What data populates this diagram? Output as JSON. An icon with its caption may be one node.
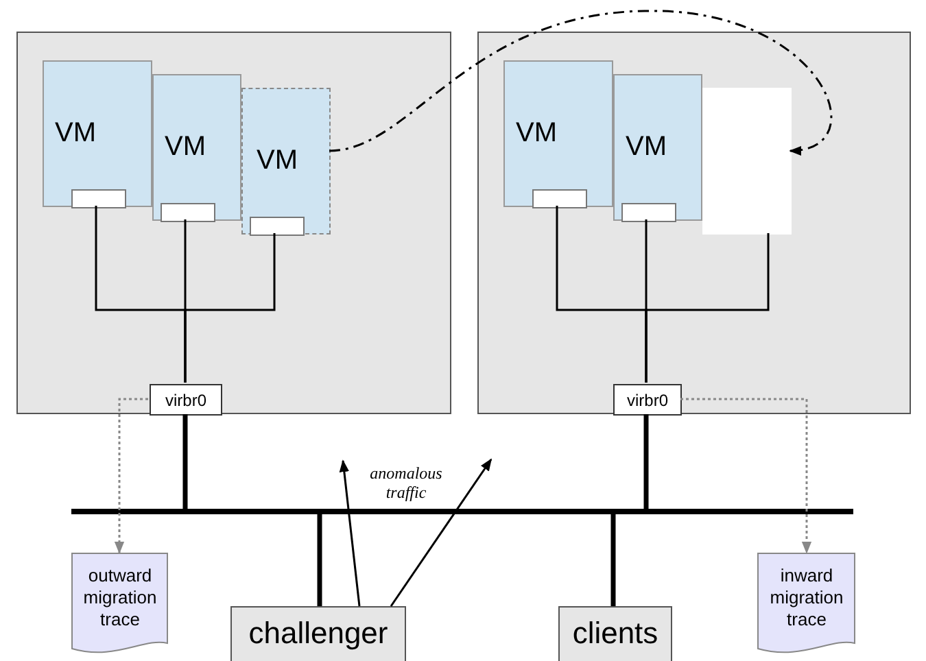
{
  "diagram": {
    "nodes": [
      {
        "text": [],
        "shape": "box"
      },
      {
        "text": [
          "VM"
        ],
        "in": 0
      },
      {
        "text": [],
        "shape": "box",
        "in": 1
      },
      {
        "text": [
          "VM"
        ],
        "in": 0
      },
      {
        "text": [],
        "shape": "box",
        "in": 3
      },
      {
        "text": [
          "VM"
        ],
        "in": 0
      },
      {
        "text": [],
        "shape": "box",
        "in": 5
      },
      {
        "text": [
          "virbr0"
        ],
        "in": 0
      },
      {
        "text": [],
        "shape": "box"
      },
      {
        "text": [
          "VM"
        ],
        "in": 8
      },
      {
        "text": [],
        "shape": "box",
        "in": 9
      },
      {
        "text": [
          "VM"
        ],
        "in": 8
      },
      {
        "text": [],
        "shape": "box",
        "in": 11
      },
      {
        "text": [],
        "shape": "box",
        "in": 8
      },
      {
        "text": [
          "virbr0"
        ],
        "in": 8
      },
      {
        "text": [],
        "shape": "bar"
      },
      {
        "text": [
          "outward migration trace"
        ]
      },
      {
        "text": [
          "inward migration trace"
        ]
      },
      {
        "text": [
          "challenger"
        ]
      },
      {
        "text": [
          "clients"
        ]
      }
    ],
    "edges": [
      {
        "from": 2,
        "to": 7,
        "arrow": "none"
      },
      {
        "from": 4,
        "to": 7,
        "arrow": "none"
      },
      {
        "from": 6,
        "to": 7,
        "arrow": "none"
      },
      {
        "from": 10,
        "to": 14,
        "arrow": "none"
      },
      {
        "from": 12,
        "to": 14,
        "arrow": "none"
      },
      {
        "from": 13,
        "to": 14,
        "arrow": "none"
      },
      {
        "from": 7,
        "to": 15,
        "arrow": "none",
        "style": "thick"
      },
      {
        "from": 14,
        "to": 15,
        "arrow": "none",
        "style": "thick"
      },
      {
        "from": 18,
        "to": 15,
        "arrow": "none",
        "style": "thick"
      },
      {
        "from": 19,
        "to": 15,
        "arrow": "none",
        "style": "thick"
      },
      {
        "from": 7,
        "to": 16,
        "arrow": "to",
        "style": "dashed",
        "color": "#888888"
      },
      {
        "from": 14,
        "to": 17,
        "arrow": "to",
        "style": "dashed",
        "color": "#888888"
      },
      {
        "from": 5,
        "to": 13,
        "arrow": "to",
        "style": "dashed"
      },
      {
        "from": 18,
        "to": null,
        "arrow": "to"
      },
      {
        "from": 18,
        "to": null,
        "arrow": "to"
      }
    ],
    "labels": [
      "anomalous traffic"
    ]
  }
}
